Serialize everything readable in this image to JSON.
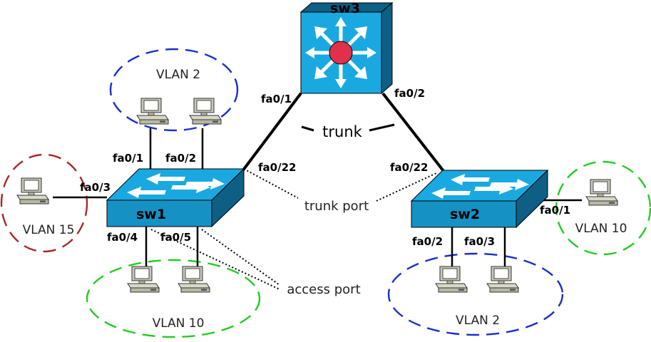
{
  "colors": {
    "switch_top": "#19a9e0",
    "switch_front": "#1591c4",
    "switch_side": "#0d5f86",
    "core_center": "#e0304a",
    "vlan2": "#1a2ec8",
    "vlan10": "#22cc22",
    "vlan15": "#a52828"
  },
  "devices": {
    "sw3": "sw3",
    "sw1": "sw1",
    "sw2": "sw2"
  },
  "annotations": {
    "trunk": "trunk",
    "trunk_port": "trunk port",
    "access_port": "access port"
  },
  "ports": {
    "sw3_fa01": "fa0/1",
    "sw3_fa02": "fa0/2",
    "sw1_fa022": "fa0/22",
    "sw2_fa022": "fa0/22",
    "sw1_fa01": "fa0/1",
    "sw1_fa02": "fa0/2",
    "sw1_fa03": "fa0/3",
    "sw1_fa04": "fa0/4",
    "sw1_fa05": "fa0/5",
    "sw2_fa01": "fa0/1",
    "sw2_fa02": "fa0/2",
    "sw2_fa03": "fa0/3"
  },
  "vlans": {
    "sw1_top": "VLAN 2",
    "sw1_left": "VLAN 15",
    "sw1_bottom": "VLAN 10",
    "sw2_right": "VLAN 10",
    "sw2_bottom": "VLAN 2"
  }
}
